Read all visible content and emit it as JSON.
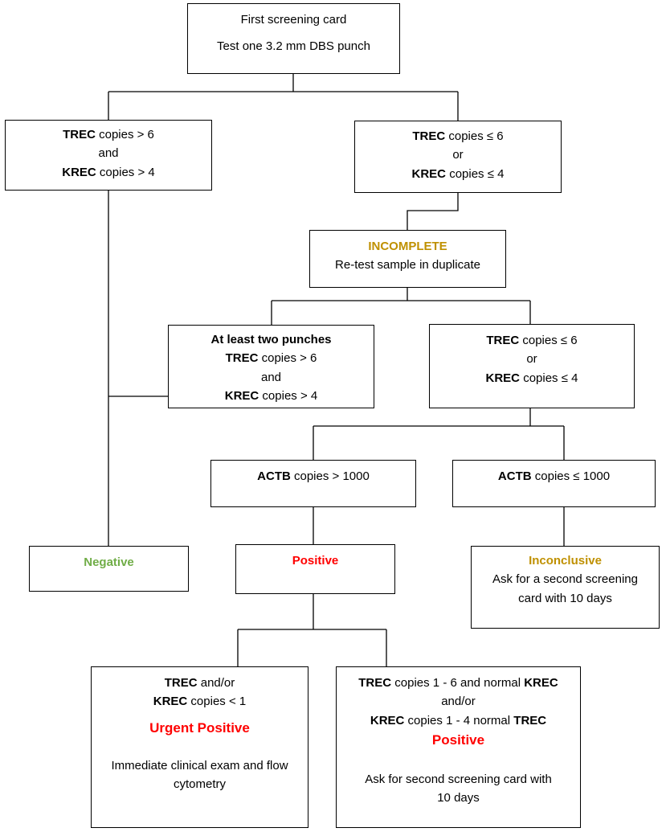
{
  "boxes": {
    "first_card": {
      "line1": "First screening card",
      "line2": "Test one 3.2 mm DBS punch"
    },
    "normal_first": {
      "trec_bold": "TREC",
      "trec_text": " copies > 6",
      "conj": "and",
      "krec_bold": "KREC",
      "krec_text": " copies > 4"
    },
    "low_first": {
      "trec_bold": "TREC",
      "trec_text": " copies ≤ 6",
      "conj": "or",
      "krec_bold": "KREC",
      "krec_text": " copies ≤ 4"
    },
    "incomplete": {
      "title": "INCOMPLETE",
      "text": "Re-test sample in duplicate"
    },
    "two_punches": {
      "title": "At least two punches",
      "trec_bold": "TREC",
      "trec_text": " copies > 6",
      "conj": "and",
      "krec_bold": "KREC",
      "krec_text": " copies > 4"
    },
    "low_retest": {
      "trec_bold": "TREC",
      "trec_text": " copies ≤ 6",
      "conj": "or",
      "krec_bold": "KREC",
      "krec_text": " copies ≤ 4"
    },
    "actb_high": {
      "bold": "ACTB",
      "text": " copies > 1000"
    },
    "actb_low": {
      "bold": "ACTB",
      "text": " copies ≤ 1000"
    },
    "negative": {
      "title": "Negative"
    },
    "positive": {
      "title": "Positive"
    },
    "inconclusive": {
      "title": "Inconclusive",
      "line1": "Ask for a second screening",
      "line2": "card with 10 days"
    },
    "urgent": {
      "trec_bold": "TREC",
      "trec_text": " and/or",
      "krec_bold": "KREC",
      "krec_text": " copies < 1",
      "title": "Urgent Positive",
      "line1": "Immediate clinical exam and flow",
      "line2": "cytometry"
    },
    "positive_detail": {
      "l1_bold1": "TREC",
      "l1_text": " copies 1 - 6 and normal ",
      "l1_bold2": "KREC",
      "conj": "and/or",
      "l3_bold1": "KREC",
      "l3_text": " copies 1 - 4 normal ",
      "l3_bold2": "TREC",
      "title": "Positive",
      "line1": "Ask for second screening card with",
      "line2": "10 days"
    }
  },
  "colors": {
    "negative": "#70ad47",
    "positive": "#ff0000",
    "incomplete": "#bf9000",
    "line": "#000000"
  }
}
